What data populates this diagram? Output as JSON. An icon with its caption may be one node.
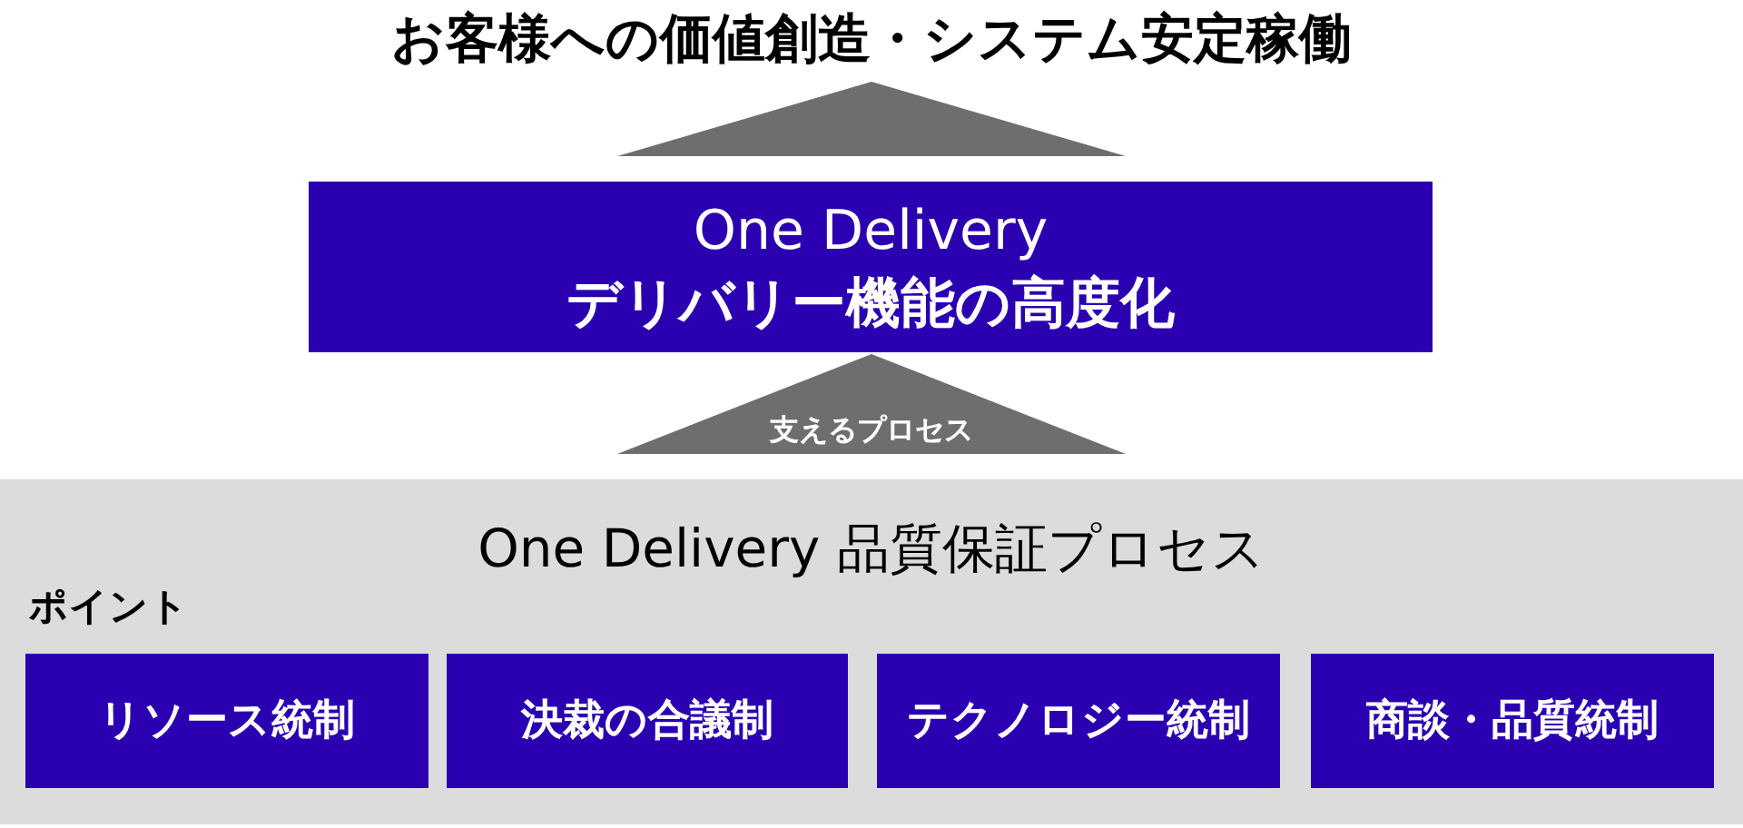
{
  "diagram": {
    "title": "お客様への価値創造・システム安定稼働",
    "nodes": [
      {
        "text": [
          "One Delivery",
          "デリバリー機能の高度化"
        ]
      },
      {
        "text": [
          "One Delivery 品質保証プロセス",
          "ポイント"
        ]
      },
      {
        "text": [
          "リソース統制"
        ],
        "in": 1
      },
      {
        "text": [
          "決裁の合議制"
        ],
        "in": 1
      },
      {
        "text": [
          "テクノロジー統制"
        ],
        "in": 1
      },
      {
        "text": [
          "商談・品質統制"
        ],
        "in": 1
      }
    ],
    "edges": [
      {
        "from": 0,
        "to": null,
        "arrow": "to"
      },
      {
        "from": 1,
        "to": 0,
        "arrow": "to",
        "label": "支えるプロセス"
      }
    ]
  }
}
